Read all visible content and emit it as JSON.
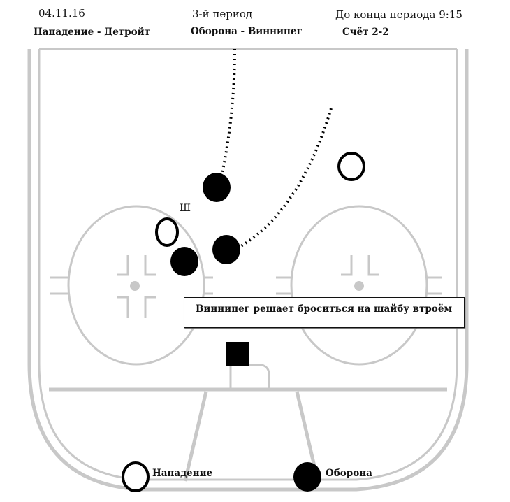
{
  "header": {
    "date": "04.11.16",
    "period": "3-й период",
    "time_left": "До конца периода 9:15",
    "attack": "Нападение - Детройт",
    "defense": "Оборона - Виннипег",
    "score": "Счёт 2-2"
  },
  "diagram": {
    "player_label": "Ш",
    "caption": "Виннипег решает броситься на шайбу втроём"
  },
  "legend": {
    "attack_label": "Нападение",
    "defense_label": "Оборона"
  },
  "colors": {
    "rink_lines": "#c8c8c8",
    "players": "#000000"
  }
}
